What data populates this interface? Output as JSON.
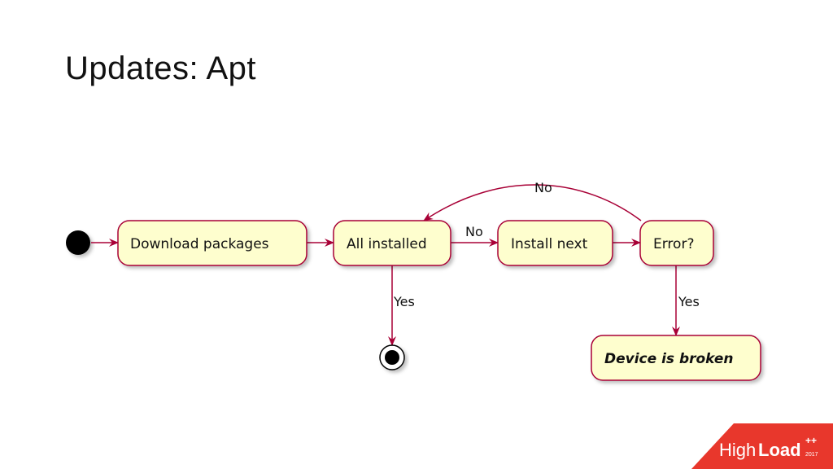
{
  "slide": {
    "title": "Updates: Apt"
  },
  "diagram": {
    "nodes": {
      "download": "Download packages",
      "all_installed": "All installed",
      "install_next": "Install next",
      "error": "Error?",
      "broken": "Device is broken"
    },
    "edges": {
      "no_loop": "No",
      "no_forward": "No",
      "yes_end": "Yes",
      "yes_broken": "Yes"
    }
  },
  "logo": {
    "part1": "High",
    "part2": "Load",
    "plus": "++",
    "year": "2017"
  },
  "colors": {
    "node_fill": "#FEFECE",
    "node_border": "#A80036",
    "logo_bg": "#E8372C"
  }
}
